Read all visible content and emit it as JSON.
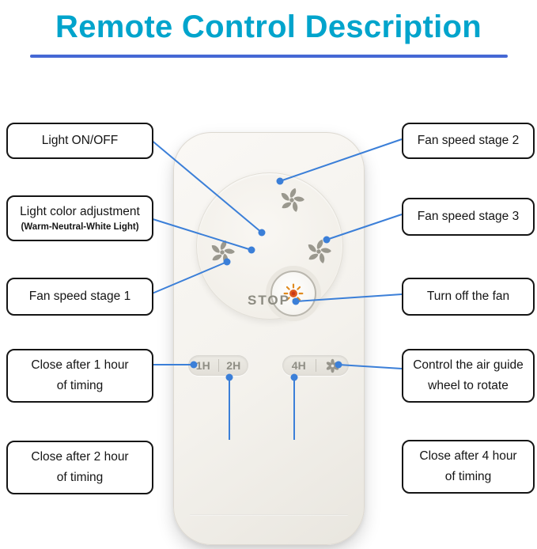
{
  "title": "Remote Control Description",
  "colors": {
    "title": "#00a4cc",
    "underline": "#4568d4",
    "connector": "#3b7fd8",
    "remote_body": "#f4f2ed",
    "light_icon": "#df5a1d",
    "fan_icon": "#9a988e"
  },
  "remote": {
    "stop_label": "STOP",
    "buttons": {
      "timer_1h": "1H",
      "timer_2h": "2H",
      "timer_4h": "4H"
    },
    "icons": {
      "top": "fan-icon",
      "left": "fan-icon",
      "right": "fan-icon",
      "center": "light-icon",
      "air_guide": "flower-icon"
    }
  },
  "callouts": {
    "left": [
      {
        "line1": "Light ON/OFF"
      },
      {
        "line1": "Light color adjustment",
        "line2": "(Warm-Neutral-White Light)"
      },
      {
        "line1": "Fan speed stage 1"
      },
      {
        "line1": "Close after 1 hour",
        "line2": "of timing"
      },
      {
        "line1": "Close after 2 hour",
        "line2": "of timing"
      }
    ],
    "right": [
      {
        "line1": "Fan speed stage 2"
      },
      {
        "line1": "Fan speed stage 3"
      },
      {
        "line1": "Turn off the fan"
      },
      {
        "line1": "Control the air guide",
        "line2": "wheel to rotate"
      },
      {
        "line1": "Close after 4 hour",
        "line2": "of timing"
      }
    ]
  }
}
